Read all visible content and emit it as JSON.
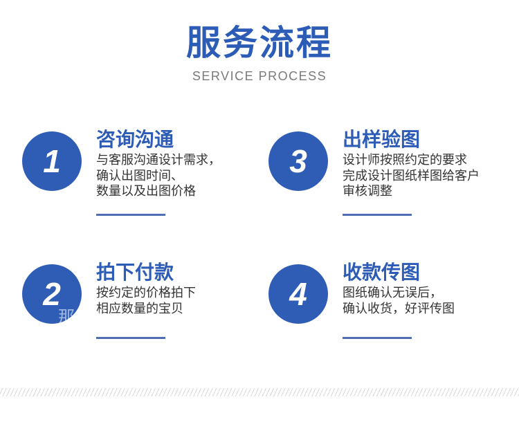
{
  "header": {
    "title": "服务流程",
    "subtitle": "SERVICE PROCESS"
  },
  "steps": [
    {
      "number": "1",
      "heading": "咨询沟通",
      "lines": [
        "与客服沟通设计需求，",
        "确认出图时间、",
        "数量以及出图价格"
      ]
    },
    {
      "number": "2",
      "heading": "拍下付款",
      "lines": [
        "按约定的价格拍下",
        "相应数量的宝贝"
      ]
    },
    {
      "number": "3",
      "heading": "出样验图",
      "lines": [
        "设计师按照约定的要求",
        "完成设计图纸样图给客户",
        "审核调整"
      ]
    },
    {
      "number": "4",
      "heading": "收款传图",
      "lines": [
        "图纸确认无误后，",
        "确认收货，好评传图"
      ]
    }
  ],
  "watermark": "那美设",
  "colors": {
    "accent": "#2c5cb6",
    "circle": "#2f5db6",
    "text": "#333333"
  }
}
